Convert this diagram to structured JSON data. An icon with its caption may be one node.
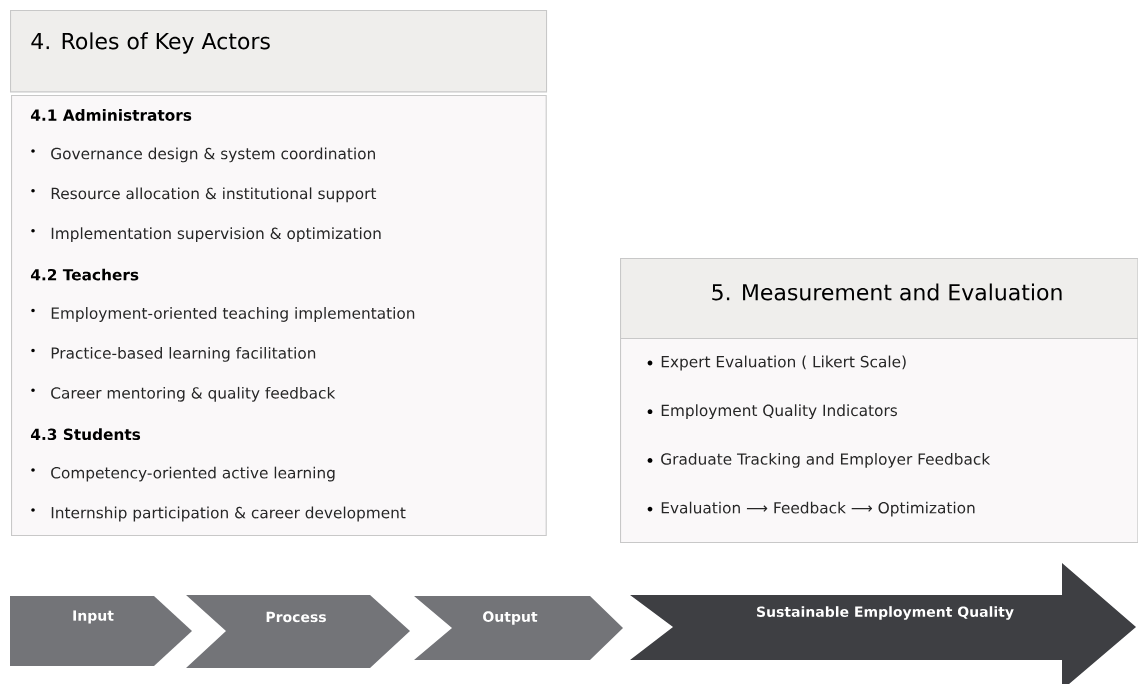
{
  "diagram": {
    "nodes": [
      {
        "text": [
          "4. Roles of Key Actors"
        ]
      },
      {
        "text": [
          "4.1 Administrators",
          "Governance design & system coordination",
          "Resource allocation & institutional support",
          "Implementation supervision & optimization",
          "4.2 Teachers",
          "Employment-oriented teaching implementation",
          "Practice-based learning facilitation",
          "Career mentoring & quality feedback",
          "4.3 Students",
          "Competency-oriented active learning",
          "Internship participation & career development"
        ]
      },
      {
        "text": [
          "5. Measurement and Evaluation"
        ]
      },
      {
        "text": [
          "Expert Evaluation ( Likert Scale)",
          "Employment Quality Indicators",
          "Graduate Tracking and Employer Feedback",
          "Evaluation ⟶ Feedback ⟶ Optimization"
        ]
      },
      {
        "text": [
          "Input"
        ]
      },
      {
        "text": [
          "Process"
        ]
      },
      {
        "text": [
          "Output"
        ]
      },
      {
        "text": [
          "Sustainable Employment Quality"
        ]
      }
    ]
  }
}
